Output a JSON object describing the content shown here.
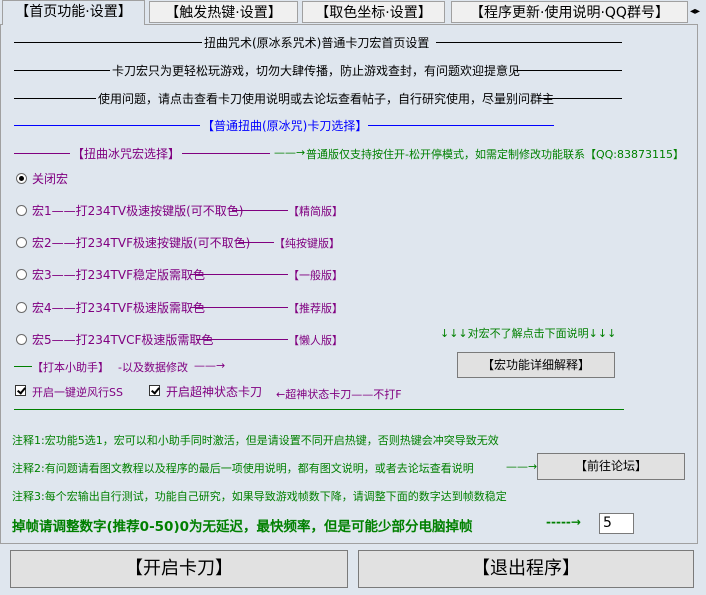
{
  "tabs": [
    {
      "label": "【首页功能·设置】",
      "active": true
    },
    {
      "label": "【触发热键·设置】",
      "active": false
    },
    {
      "label": "【取色坐标·设置】",
      "active": false
    },
    {
      "label": "【程序更新·使用说明·QQ群号】",
      "active": false
    }
  ],
  "header": {
    "line1": "扭曲咒术(原冰系咒术)普通卡刀宏首页设置",
    "line2": "卡刀宏只为更轻松玩游戏，切勿大肆传播，防止游戏查封，有问题欢迎提意见",
    "line3": "使用问题，请点击查看卡刀使用说明或去论坛查看帖子，自行研究使用，尽量别问群主"
  },
  "section_title": "【普通扭曲(原冰咒)卡刀选择】",
  "macro_group_title": "【扭曲冰咒宏选择】",
  "notice": "普通版仅支持按住开-松开停模式，如需定制修改功能联系【QQ:83873115】",
  "radios": [
    {
      "label": "关闭宏",
      "tag": "",
      "selected": true
    },
    {
      "label": "宏1——打234TV极速按键版(可不取色)",
      "tag": "【精简版】",
      "selected": false
    },
    {
      "label": "宏2——打234TVF极速按键版(可不取色)",
      "tag": "【纯按键版】",
      "selected": false
    },
    {
      "label": "宏3——打234TVF稳定版需取色",
      "tag": "【一般版】",
      "selected": false
    },
    {
      "label": "宏4——打234TVF极速版需取色",
      "tag": "【推荐版】",
      "selected": false
    },
    {
      "label": "宏5——打234TVCF极速版需取色",
      "tag": "【懒人版】",
      "selected": false
    }
  ],
  "hint_down": "↓↓↓对宏不了解点击下面说明↓↓↓",
  "detail_button": "【宏功能详细解释】",
  "helper_title": "【打本小助手】",
  "helper_suffix": "-以及数据修改",
  "checkboxes": [
    {
      "label": "开启一键逆风行SS",
      "checked": true
    },
    {
      "label": "开启超神状态卡刀",
      "checked": true
    }
  ],
  "super_note": "←超神状态卡刀——不打F",
  "notes": [
    "注释1:宏功能5选1，宏可以和小助手同时激活，但是请设置不同开启热键，否则热键会冲突导致无效",
    "注释2:有问题请看图文教程以及程序的最后一项使用说明，都有图文说明，或者去论坛查看说明",
    "注释3:每个宏输出自行测试，功能自己研究，如果导致游戏帧数下降，请调整下面的数字达到帧数稳定"
  ],
  "forum_button": "【前往论坛】",
  "frame_label": "掉帧请调整数字(推荐0-50)0为无延迟，最快频率，但是可能少部分电脑掉帧",
  "frame_value": "5",
  "start_button": "【开启卡刀】",
  "exit_button": "【退出程序】",
  "colors": {
    "blue": "#0000ff",
    "purple": "#800080",
    "green": "#008000",
    "background": "#dfe6ee"
  }
}
